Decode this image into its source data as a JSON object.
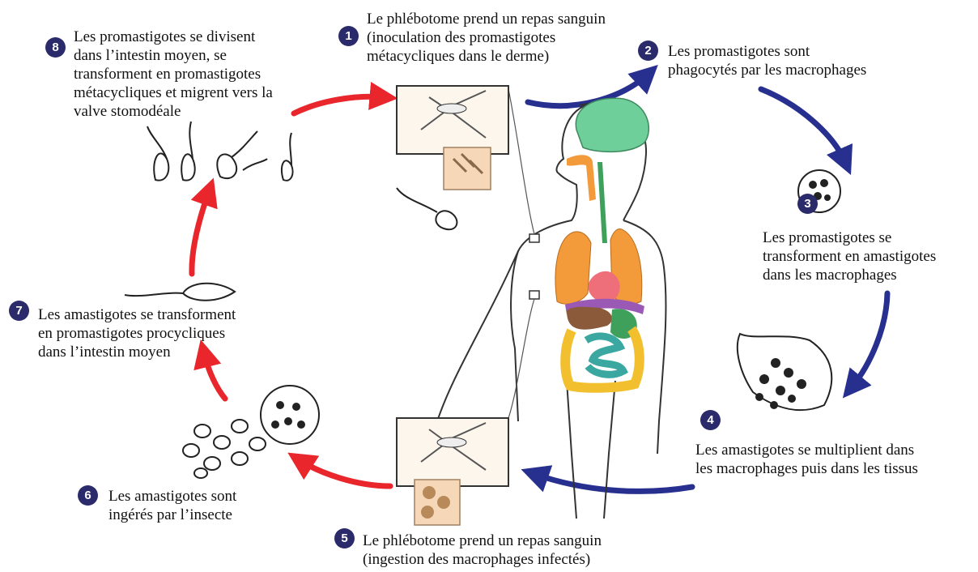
{
  "diagram": {
    "colors": {
      "badge": "#2b2a6b",
      "arrow_blue": "#27308f",
      "arrow_red": "#e8262b",
      "brain": "#6fcf9a",
      "lungs": "#f39a3a",
      "heart": "#ee6f79",
      "liver": "#8a5a3a",
      "stomach": "#3ea05a",
      "intestine_large": "#f2c02e",
      "intestine_small": "#3aa8a0",
      "diaphragm": "#9b59b6"
    },
    "steps": [
      {
        "number": "1",
        "lines": [
          "Le phlébotome prend un repas sanguin",
          "(inoculation des promastigotes",
          "métacycliques dans le derme)"
        ]
      },
      {
        "number": "2",
        "lines": [
          "Les promastigotes sont",
          "phagocytés par les macrophages"
        ]
      },
      {
        "number": "3",
        "lines": [
          "Les promastigotes se",
          "transforment en amastigotes",
          "dans les macrophages"
        ]
      },
      {
        "number": "4",
        "lines": [
          "Les amastigotes se multiplient dans",
          "les macrophages puis dans les tissus"
        ]
      },
      {
        "number": "5",
        "lines": [
          "Le phlébotome prend un repas sanguin",
          "(ingestion des macrophages infectés)"
        ]
      },
      {
        "number": "6",
        "lines": [
          "Les amastigotes sont",
          "ingérés par l’insecte"
        ]
      },
      {
        "number": "7",
        "lines": [
          "Les amastigotes se transforment",
          "en promastigotes procycliques",
          "dans l’intestin moyen"
        ]
      },
      {
        "number": "8",
        "lines": [
          "Les promastigotes se divisent",
          "dans l’intestin moyen, se",
          "transforment en promastigotes",
          "métacycliques et migrent vers la",
          "valve stomodéale"
        ]
      }
    ]
  }
}
